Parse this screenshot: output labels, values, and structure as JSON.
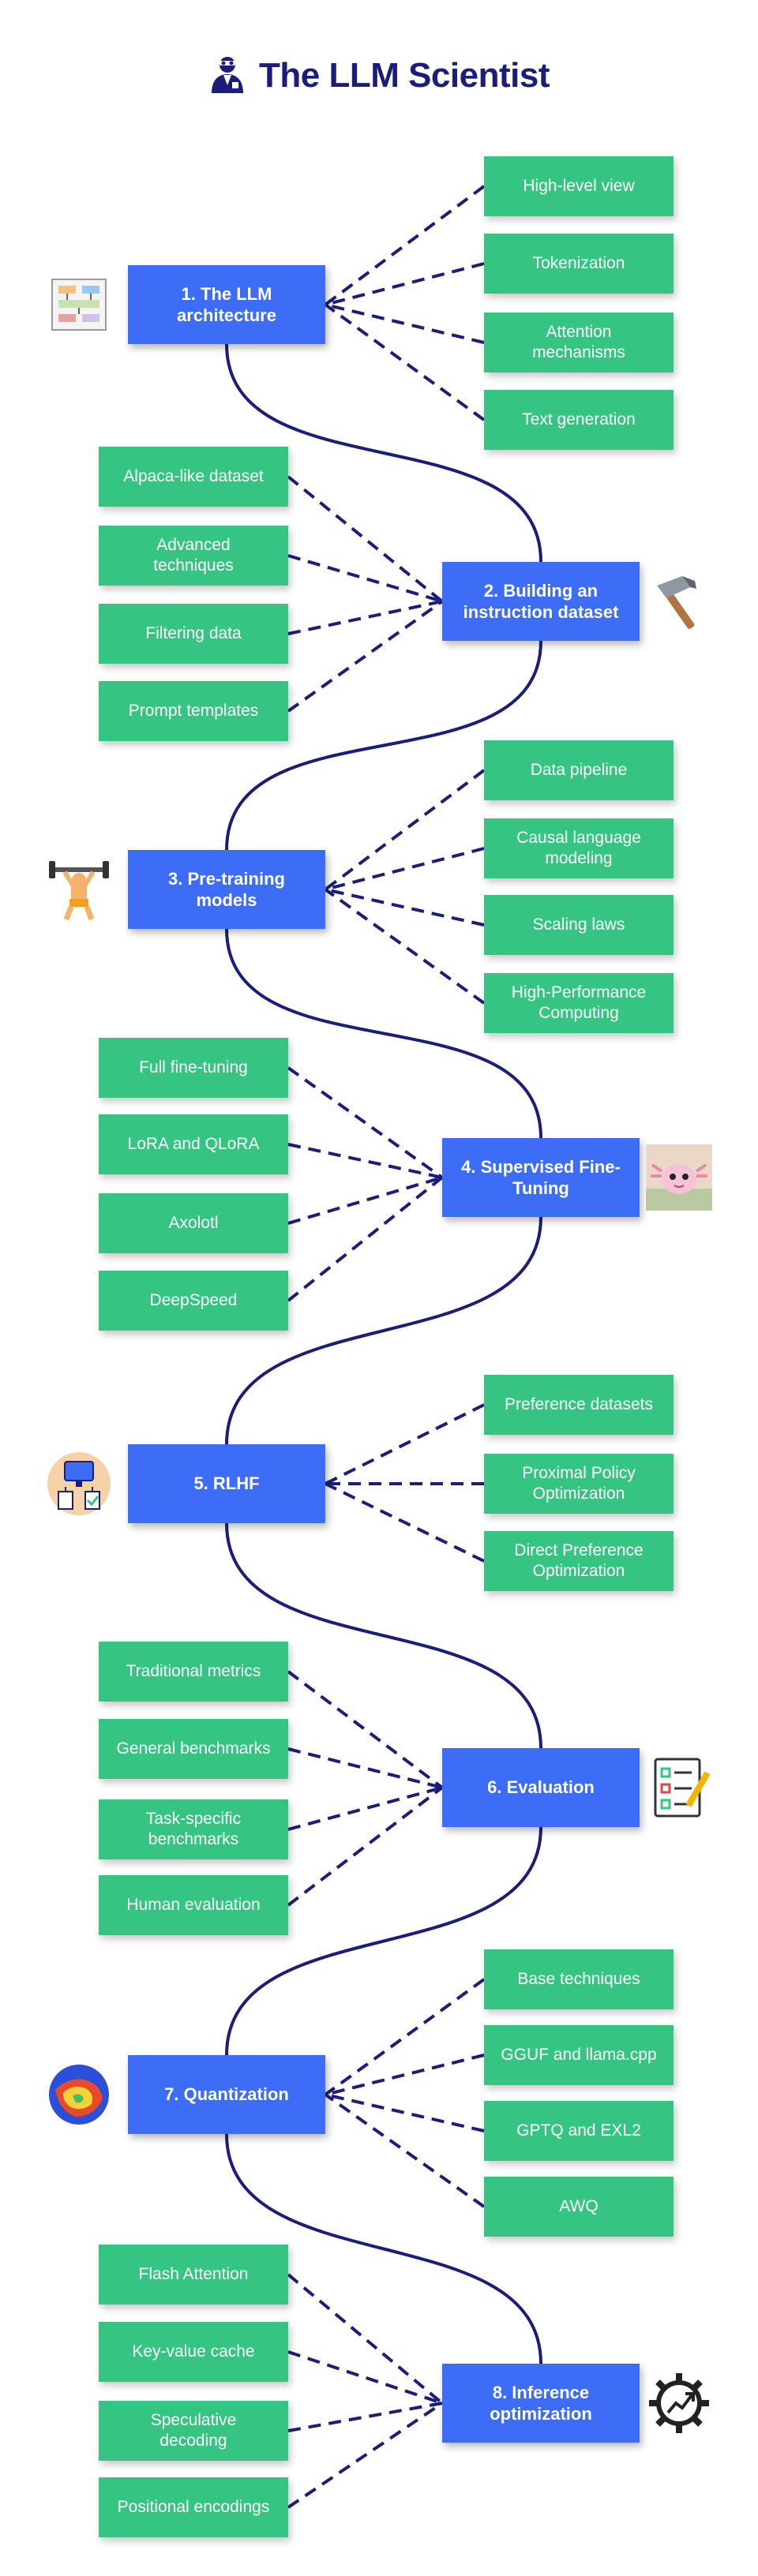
{
  "title": "The LLM Scientist",
  "colors": {
    "title": "#1b1d7a",
    "main_box": "#3d6cf7",
    "sub_box": "#35c482",
    "connector": "#1b1d7a"
  },
  "sections": [
    {
      "label": "1. The LLM\narchitecture",
      "icon": "architecture-diagram-icon",
      "side": "left",
      "subtopics": [
        "High-level view",
        "Tokenization",
        "Attention\nmechanisms",
        "Text generation"
      ]
    },
    {
      "label": "2. Building an\ninstruction dataset",
      "icon": "hammer-icon",
      "side": "right",
      "subtopics": [
        "Alpaca-like dataset",
        "Advanced\ntechniques",
        "Filtering data",
        "Prompt templates"
      ]
    },
    {
      "label": "3. Pre-training models",
      "icon": "weightlifter-icon",
      "side": "left",
      "subtopics": [
        "Data pipeline",
        "Causal language\nmodeling",
        "Scaling laws",
        "High-Performance\nComputing"
      ]
    },
    {
      "label": "4. Supervised Fine-\nTuning",
      "icon": "axolotl-icon",
      "side": "right",
      "subtopics": [
        "Full fine-tuning",
        "LoRA and QLoRA",
        "Axolotl",
        "DeepSpeed"
      ]
    },
    {
      "label": "5. RLHF",
      "icon": "human-feedback-icon",
      "side": "left",
      "subtopics": [
        "Preference datasets",
        "Proximal Policy\nOptimization",
        "Direct Preference\nOptimization"
      ]
    },
    {
      "label": "6. Evaluation",
      "icon": "checklist-icon",
      "side": "right",
      "subtopics": [
        "Traditional metrics",
        "General benchmarks",
        "Task-specific\nbenchmarks",
        "Human evaluation"
      ]
    },
    {
      "label": "7. Quantization",
      "icon": "heatmap-globe-icon",
      "side": "left",
      "subtopics": [
        "Base techniques",
        "GGUF and llama.cpp",
        "GPTQ and EXL2",
        "AWQ"
      ]
    },
    {
      "label": "8. Inference\noptimization",
      "icon": "gear-speedup-icon",
      "side": "right",
      "subtopics": [
        "Flash Attention",
        "Key-value cache",
        "Speculative\ndecoding",
        "Positional encodings"
      ]
    }
  ]
}
